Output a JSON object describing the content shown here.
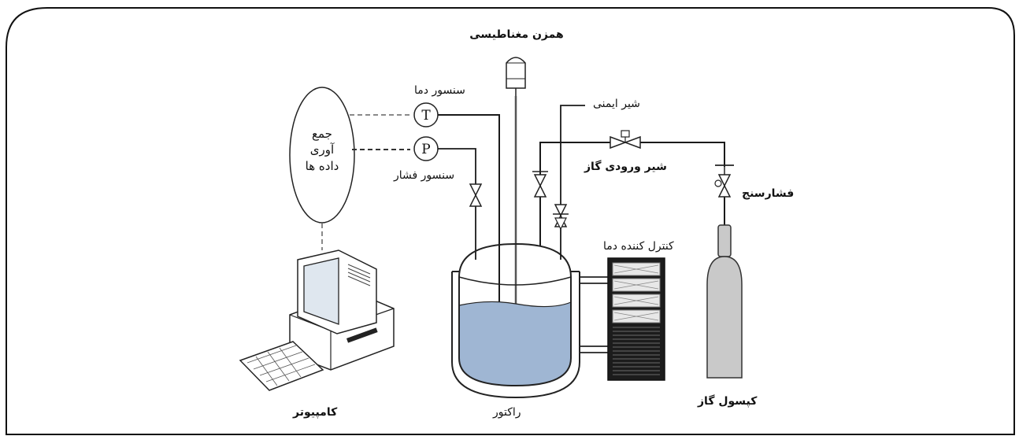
{
  "labels": {
    "magnetic_stirrer": "همزن مغناطیسی",
    "temp_sensor": "سنسور دما",
    "pressure_sensor": "سنسور فشار",
    "safety_valve": "شیر ایمنی",
    "gas_inlet_valve": "شیر ورودی گاز",
    "pressure_gauge": "فشارسنج",
    "temp_controller": "کنترل کننده دما",
    "gas_cylinder": "کپسول گاز",
    "reactor": "راکتور",
    "computer": "کامپیوتر",
    "data_acquisition": [
      "جمع",
      "آوری",
      "داده ها"
    ]
  },
  "symbols": {
    "temperature": "T",
    "pressure": "P"
  },
  "colors": {
    "liquid": "#9fb6d3",
    "cylinder": "#c9c9c9",
    "line": "#1a1a1a",
    "dashed": "#8a8a8a"
  }
}
